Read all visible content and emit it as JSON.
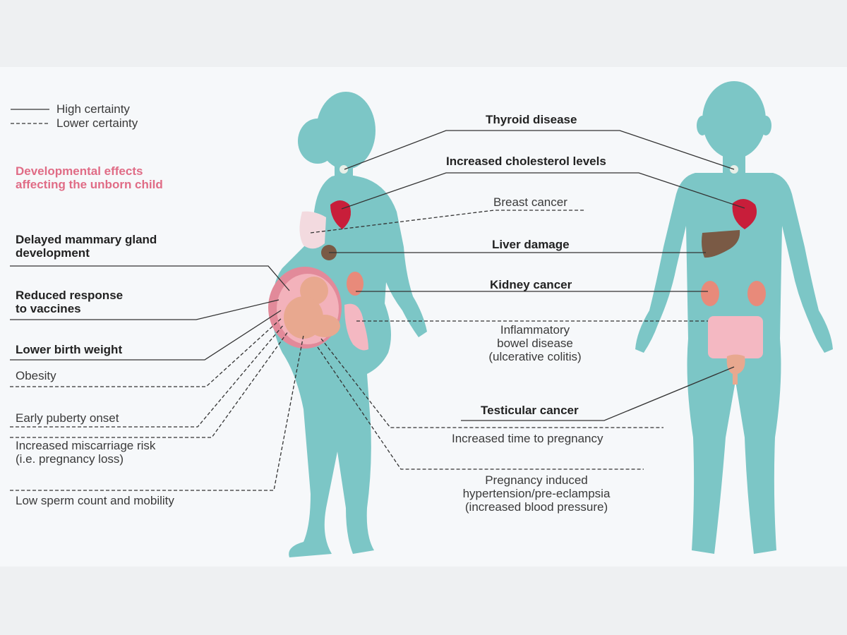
{
  "colors": {
    "body": "#7cc6c6",
    "frame": "#f6f8fa",
    "outer": "#eef0f2",
    "heart": "#d0203a",
    "liver": "#7a5a45",
    "kidney": "#e88a7a",
    "intestine": "#f4b8c2",
    "developmental": "#e06c86",
    "line": "#333333"
  },
  "legend": {
    "high": "High certainty",
    "low": "Lower certainty"
  },
  "dev_title": "Developmental effects\naffecting the unborn child",
  "left_labels": {
    "mammary": "Delayed mammary gland\ndevelopment",
    "vaccines": "Reduced response\nto vaccines",
    "birth_weight": "Lower birth weight",
    "obesity": "Obesity",
    "puberty": "Early puberty onset",
    "miscarriage": "Increased miscarriage risk\n(i.e. pregnancy loss)",
    "sperm": "Low sperm count and mobility"
  },
  "center_labels": {
    "thyroid": "Thyroid disease",
    "cholesterol": "Increased cholesterol levels",
    "breast": "Breast cancer",
    "liver": "Liver damage",
    "kidney": "Kidney cancer",
    "ibd": "Inflammatory\nbowel disease\n(ulcerative colitis)",
    "testicular": "Testicular cancer",
    "time_pregnancy": "Increased time to pregnancy",
    "preeclampsia": "Pregnancy induced\nhypertension/pre-eclampsia\n(increased blood pressure)"
  },
  "icons": {
    "female": "pregnant-woman-figure",
    "male": "man-figure"
  }
}
